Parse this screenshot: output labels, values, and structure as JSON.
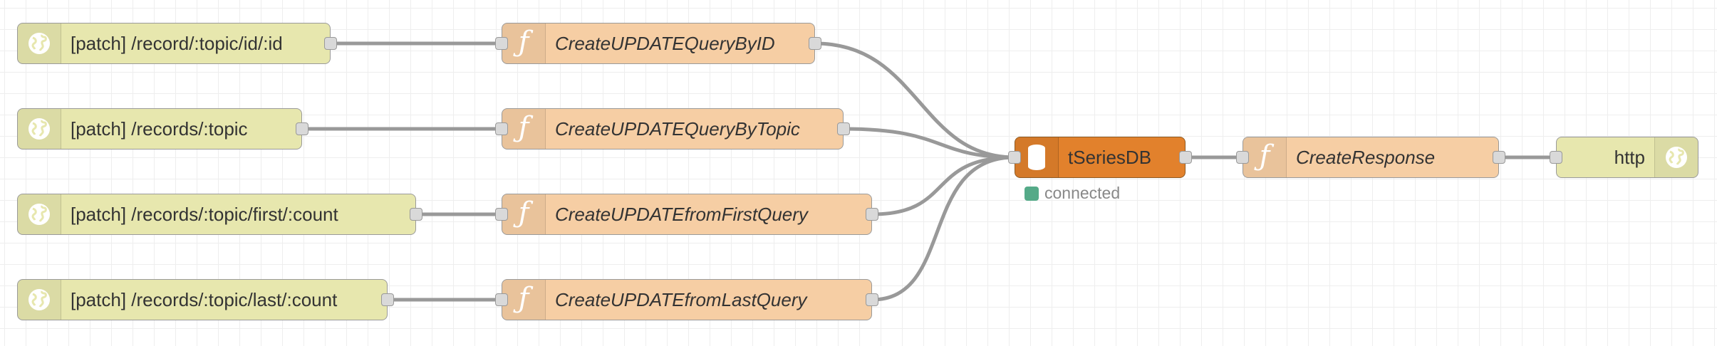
{
  "flow": {
    "nodes": [
      {
        "id": "n1",
        "type": "http-in",
        "label": "[patch] /record/:topic/id/:id",
        "icon": "globe-icon"
      },
      {
        "id": "n2",
        "type": "http-in",
        "label": "[patch] /records/:topic",
        "icon": "globe-icon"
      },
      {
        "id": "n3",
        "type": "http-in",
        "label": "[patch] /records/:topic/first/:count",
        "icon": "globe-icon"
      },
      {
        "id": "n4",
        "type": "http-in",
        "label": "[patch] /records/:topic/last/:count",
        "icon": "globe-icon"
      },
      {
        "id": "f1",
        "type": "function",
        "label": "CreateUPDATEQueryByID",
        "icon": "function-icon"
      },
      {
        "id": "f2",
        "type": "function",
        "label": "CreateUPDATEQueryByTopic",
        "icon": "function-icon"
      },
      {
        "id": "f3",
        "type": "function",
        "label": "CreateUPDATEfromFirstQuery",
        "icon": "function-icon"
      },
      {
        "id": "f4",
        "type": "function",
        "label": "CreateUPDATEfromLastQuery",
        "icon": "function-icon"
      },
      {
        "id": "db",
        "type": "database",
        "label": "tSeriesDB",
        "icon": "database-icon",
        "status": "connected"
      },
      {
        "id": "f5",
        "type": "function",
        "label": "CreateResponse",
        "icon": "function-icon"
      },
      {
        "id": "out",
        "type": "http-response",
        "label": "http",
        "icon": "globe-icon"
      }
    ],
    "wires": [
      [
        "n1",
        "f1"
      ],
      [
        "n2",
        "f2"
      ],
      [
        "n3",
        "f3"
      ],
      [
        "n4",
        "f4"
      ],
      [
        "f1",
        "db"
      ],
      [
        "f2",
        "db"
      ],
      [
        "f3",
        "db"
      ],
      [
        "f4",
        "db"
      ],
      [
        "db",
        "f5"
      ],
      [
        "f5",
        "out"
      ]
    ]
  },
  "colors": {
    "http_node": "#e7e7ae",
    "function_node": "#f6cea4",
    "database_node": "#e2812c",
    "wire": "#999999",
    "status_connected": "#55aa88"
  }
}
